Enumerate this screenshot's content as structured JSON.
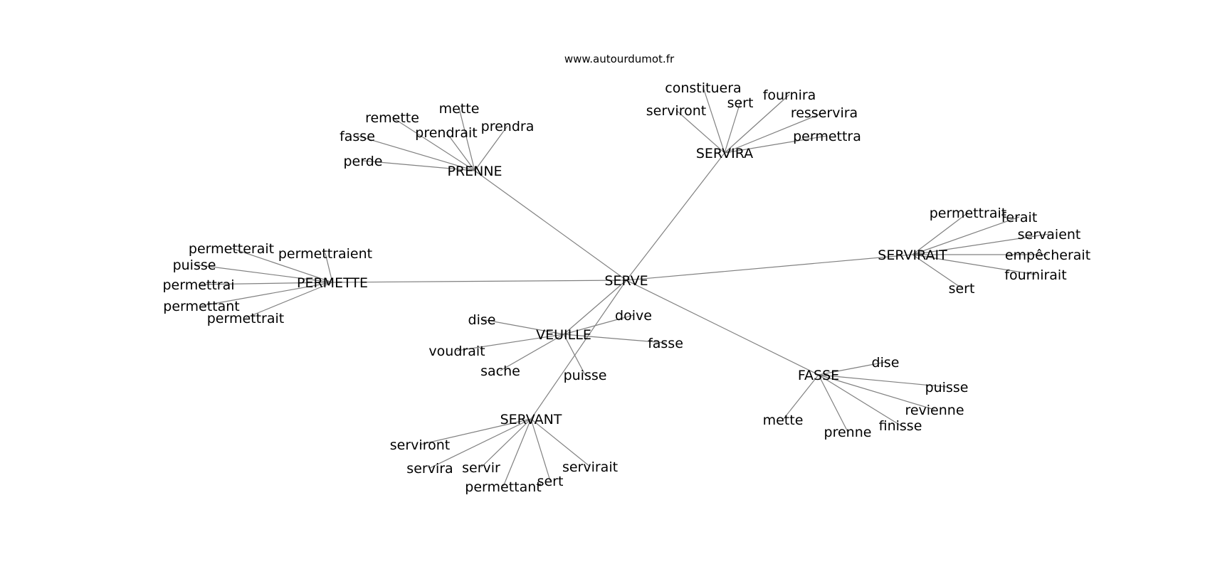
{
  "header": {
    "site": "www.autourdumot.fr"
  },
  "graph": {
    "center": "SERVE",
    "hubs": [
      {
        "word": "PRENNE",
        "leaves": [
          "mette",
          "remette",
          "prendrait",
          "prendra",
          "fasse",
          "perde"
        ]
      },
      {
        "word": "SERVIRA",
        "leaves": [
          "constituera",
          "serviront",
          "sert",
          "fournira",
          "resservira",
          "permettra"
        ]
      },
      {
        "word": "SERVIRAIT",
        "leaves": [
          "permettrait",
          "ferait",
          "servaient",
          "empêcherait",
          "fournirait",
          "sert"
        ]
      },
      {
        "word": "PERMETTE",
        "leaves": [
          "permetterait",
          "permettraient",
          "puisse",
          "permettrai",
          "permettant",
          "permettrait"
        ]
      },
      {
        "word": "VEUILLE",
        "leaves": [
          "dise",
          "doive",
          "voudrait",
          "fasse",
          "sache",
          "puisse"
        ]
      },
      {
        "word": "FASSE",
        "leaves": [
          "dise",
          "puisse",
          "revienne",
          "mette",
          "finisse",
          "prenne"
        ]
      },
      {
        "word": "SERVANT",
        "leaves": [
          "serviront",
          "servira",
          "servir",
          "servirait",
          "permettant",
          "sert"
        ]
      }
    ]
  }
}
